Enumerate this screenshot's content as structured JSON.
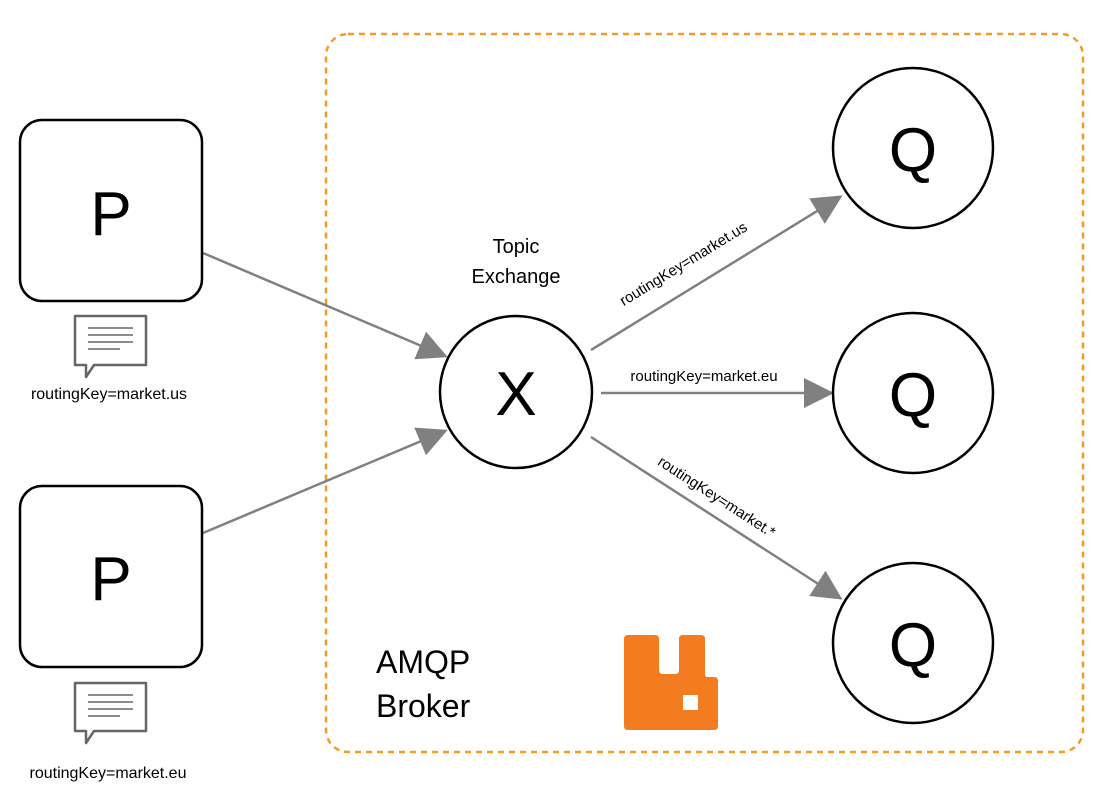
{
  "broker": {
    "line1": "AMQP",
    "line2": "Broker",
    "border_color": "#F29C25",
    "logo_color": "#F47C20",
    "logo_icon": "rabbitmq-logo-icon"
  },
  "exchange": {
    "title_line1": "Topic",
    "title_line2": "Exchange",
    "letter": "X"
  },
  "producers": [
    {
      "letter": "P",
      "message_label": "routingKey=market.us",
      "message_icon": "message-bubble-icon"
    },
    {
      "letter": "P",
      "message_label": "routingKey=market.eu",
      "message_icon": "message-bubble-icon"
    }
  ],
  "queues": [
    {
      "letter": "Q"
    },
    {
      "letter": "Q"
    },
    {
      "letter": "Q"
    }
  ],
  "bindings": [
    {
      "label": "routingKey=market.us"
    },
    {
      "label": "routingKey=market.eu"
    },
    {
      "label": "routingKey=market.*"
    }
  ],
  "colors": {
    "arrow": "#808080",
    "stroke": "#000000"
  }
}
